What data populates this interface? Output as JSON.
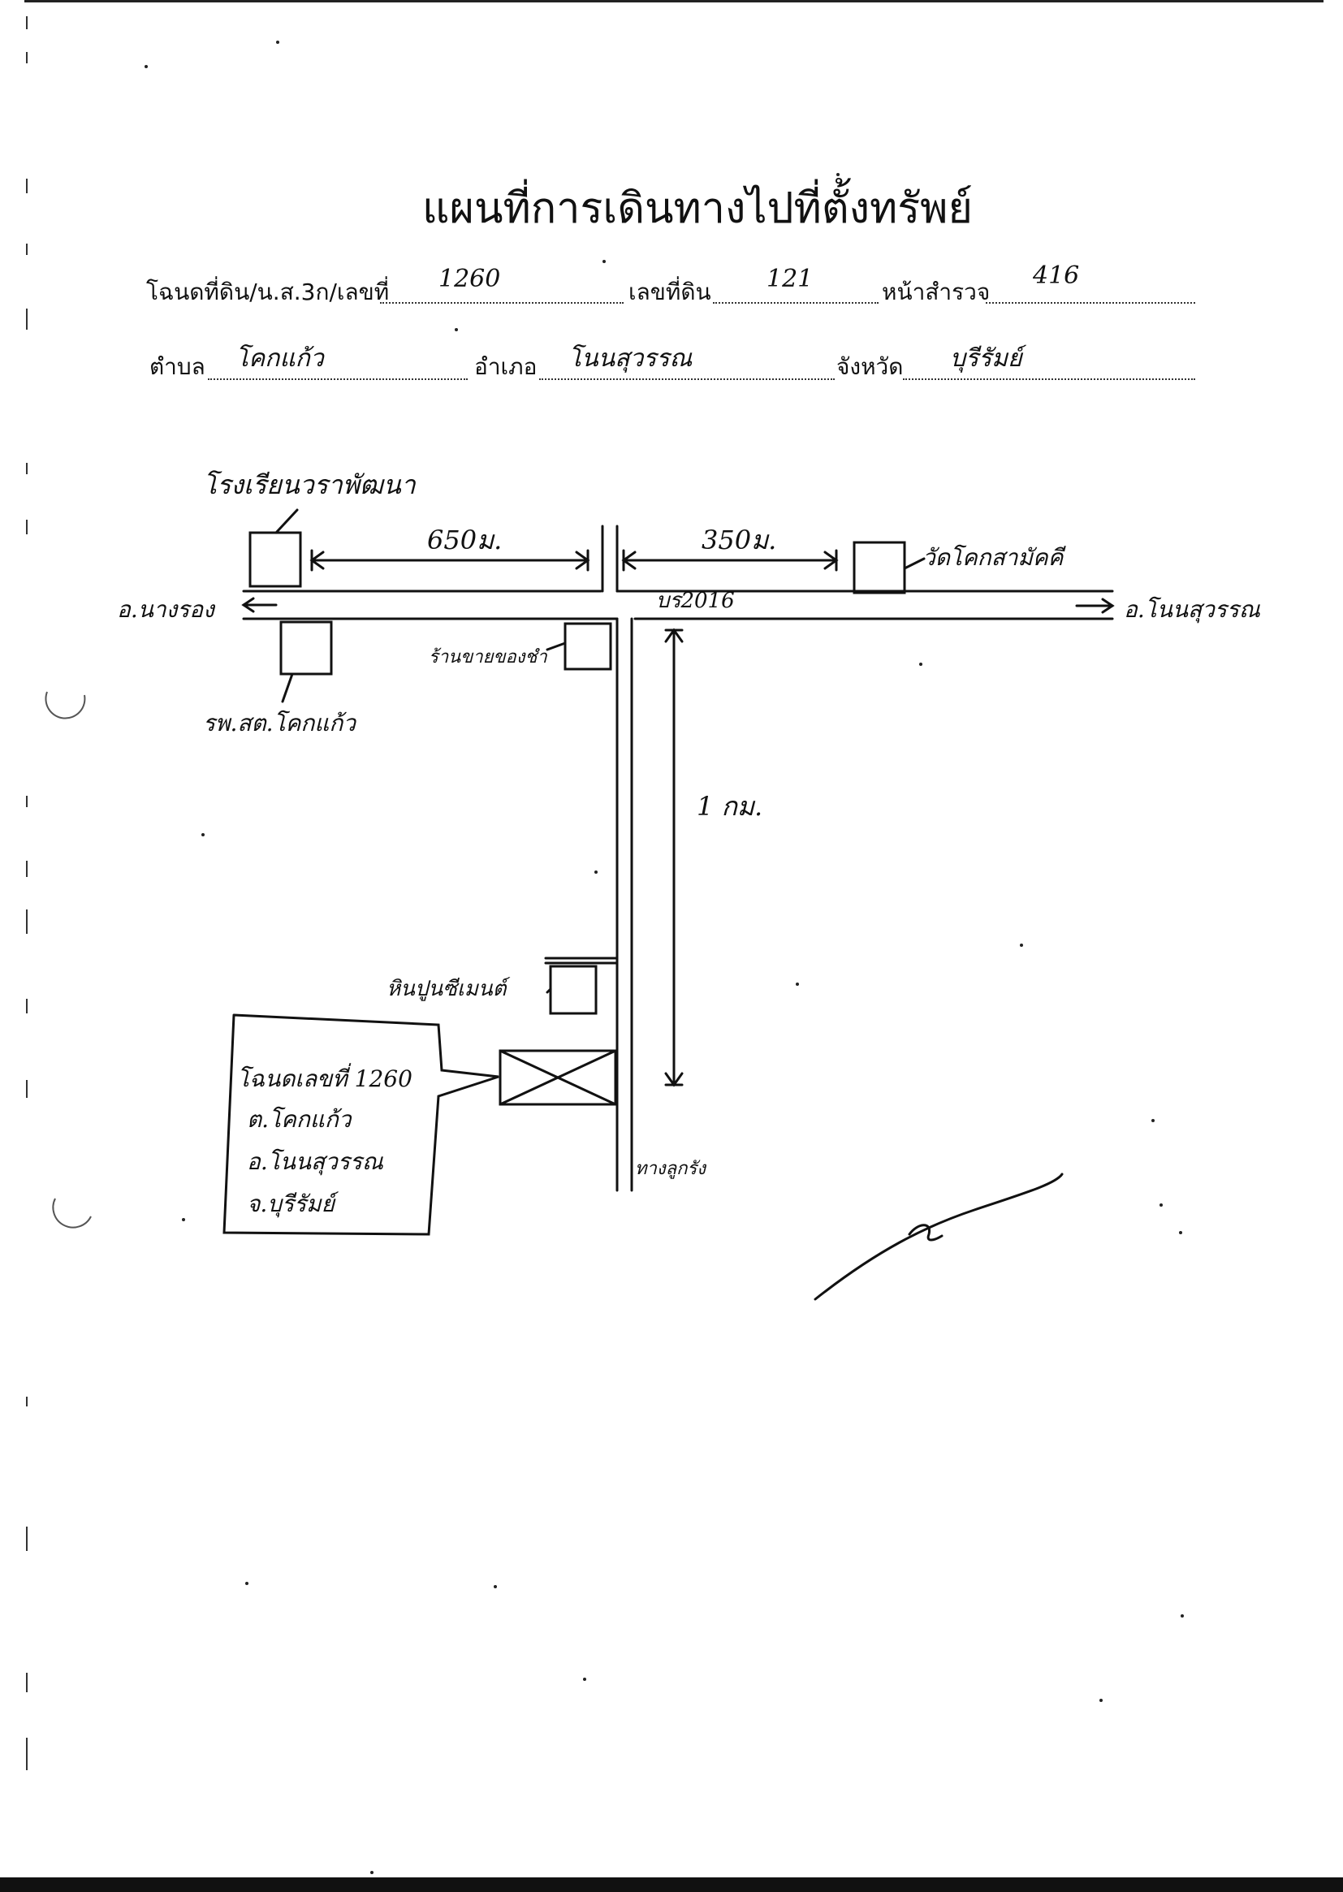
{
  "title": "แผนที่การเดินทางไปที่ตั้งทรัพย์",
  "form": {
    "deed_label": "โฉนดที่ดิน/น.ส.3ก/เลขที่",
    "deed_value": "1260",
    "land_no_label": "เลขที่ดิน",
    "land_no_value": "121",
    "survey_label": "หน้าสำรวจ",
    "survey_value": "416",
    "subdistrict_label": "ตำบล",
    "subdistrict_value": "โคกแก้ว",
    "district_label": "อำเภอ",
    "district_value": "โนนสุวรรณ",
    "province_label": "จังหวัด",
    "province_value": "บุรีรัมย์"
  },
  "map": {
    "school": "โรงเรียนวราพัฒนา",
    "dist_left": "650ม.",
    "dist_right": "350ม.",
    "temple": "วัดโคกสามัคคี",
    "to_left": "อ.นางรอง",
    "road": "บร2016",
    "to_right": "อ.โนนสุวรรณ",
    "shop": "ร้านขายของชำ",
    "health_center": "รพ.สต.โคกแก้ว",
    "dist_vertical": "1 กม.",
    "cement_shop": "หินปูนซีเมนต์",
    "road_end": "ทางลูกรัง",
    "note": {
      "line1": "โฉนดเลขที่ 1260",
      "line2": "ต.โคกแก้ว",
      "line3": "อ.โนนสุวรรณ",
      "line4": "จ.บุรีรัมย์"
    }
  }
}
